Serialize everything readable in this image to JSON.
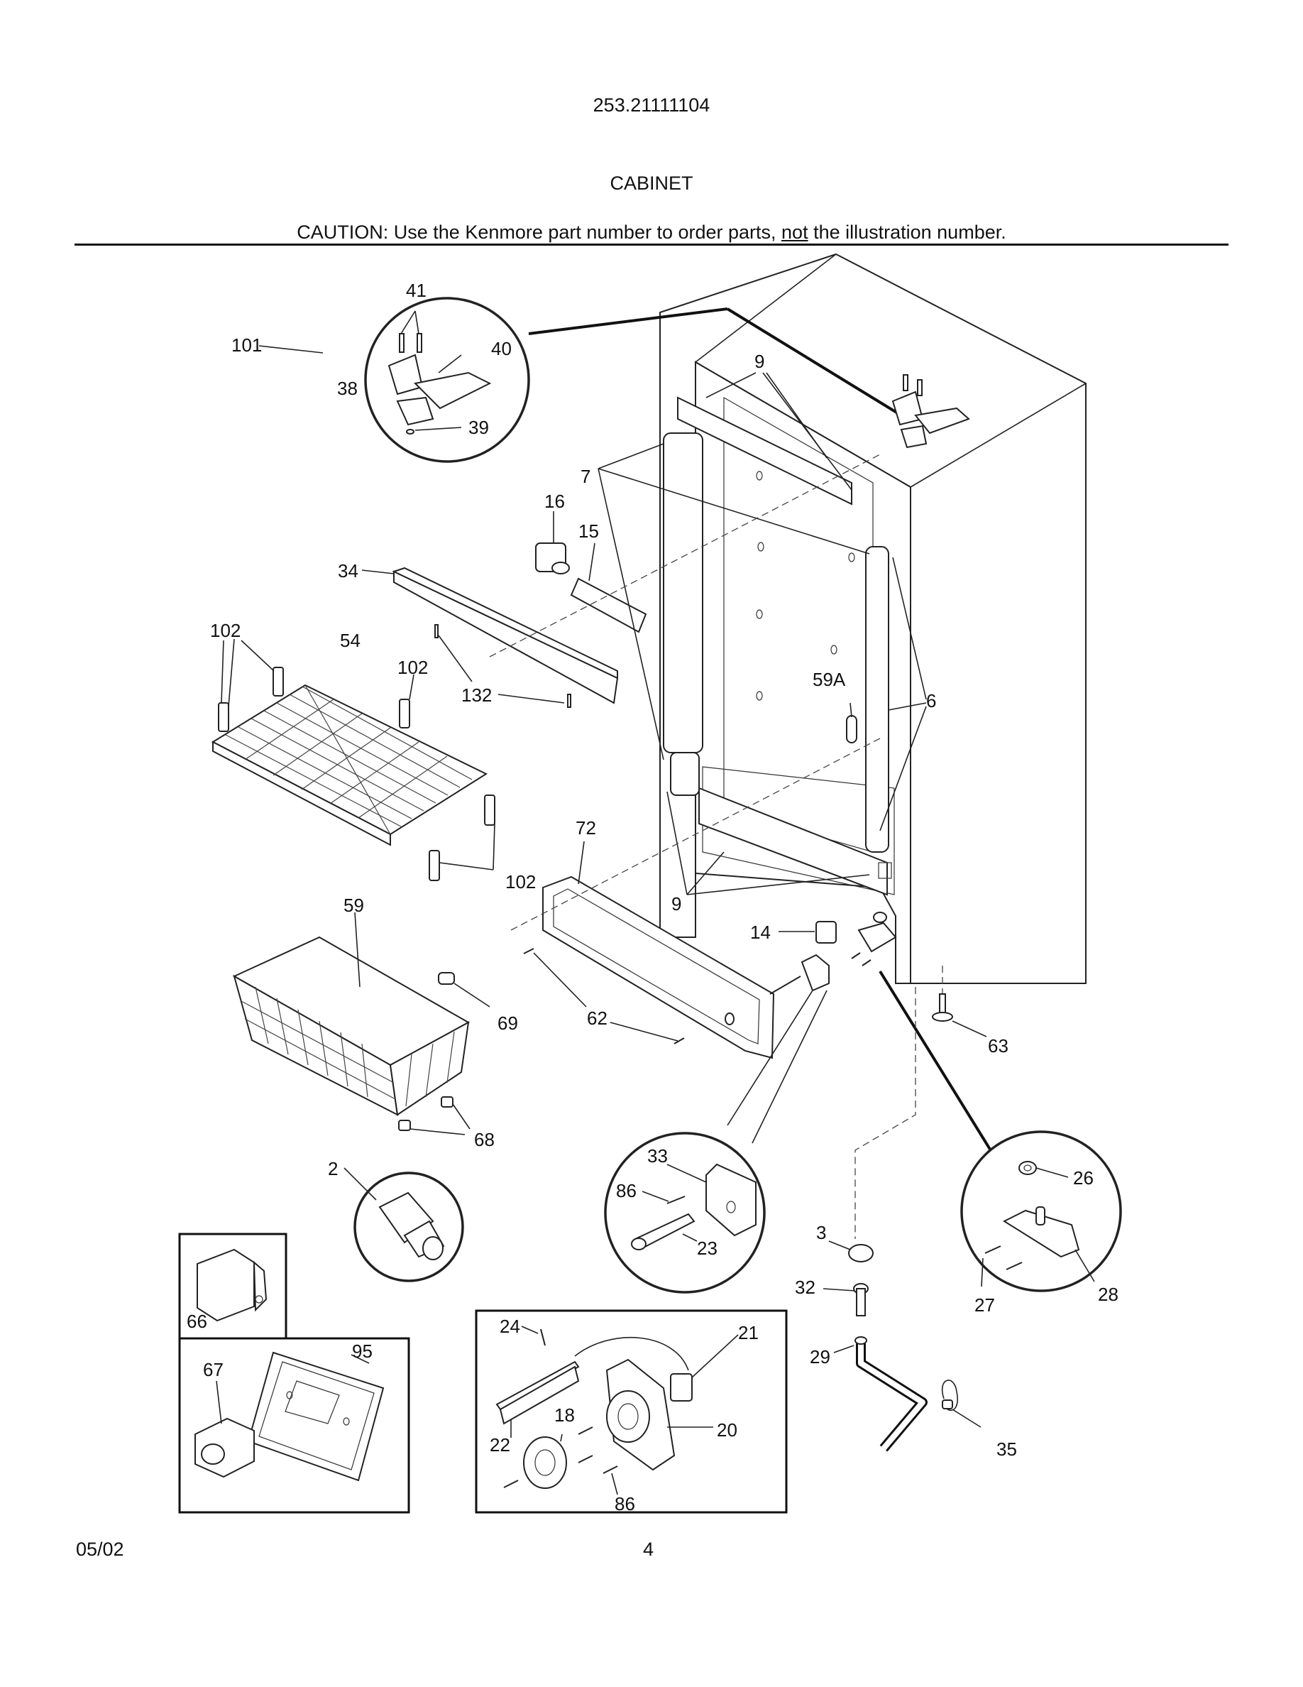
{
  "header": {
    "model_number": "253.21111104",
    "section_title": "CABINET",
    "caution_prefix": "CAUTION: Use the Kenmore part number to order parts, ",
    "caution_not": "not",
    "caution_suffix": " the illustration number."
  },
  "footer": {
    "date": "05/02",
    "page_number": "4"
  },
  "callouts": {
    "c41": "41",
    "c101": "101",
    "c40": "40",
    "c38": "38",
    "c39": "39",
    "c9a": "9",
    "c7": "7",
    "c16": "16",
    "c15": "15",
    "c34": "34",
    "c102a": "102",
    "c54": "54",
    "c102b": "102",
    "c132": "132",
    "c59A": "59A",
    "c6": "6",
    "c72": "72",
    "c102c": "102",
    "c9b": "9",
    "c59": "59",
    "c14": "14",
    "c69": "69",
    "c62": "62",
    "c63": "63",
    "c68": "68",
    "c2": "2",
    "c33": "33",
    "c86a": "86",
    "c23": "23",
    "c26": "26",
    "c3": "3",
    "c32": "32",
    "c27": "27",
    "c28": "28",
    "c29": "29",
    "c66": "66",
    "c67": "67",
    "c95": "95",
    "c24": "24",
    "c21": "21",
    "c18": "18",
    "c22": "22",
    "c20": "20",
    "c86b": "86",
    "c35": "35"
  }
}
